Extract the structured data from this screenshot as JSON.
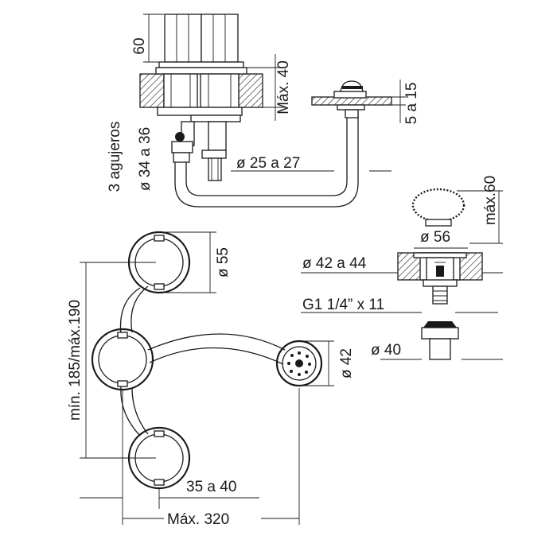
{
  "figure": {
    "dimensions": {
      "height_60": "60",
      "max_40": "Máx. 40",
      "range_5_15": "5 a 15",
      "holes_label": "3 agujeros",
      "holes_diameter": "ø 34 a 36",
      "pipe_diameter": "ø 25 a 27",
      "max_60": "máx.60",
      "diameter_56": "ø 56",
      "diameter_42_44": "ø 42 a 44",
      "thread": "G1 1/4” x 11",
      "diameter_40": "ø 40",
      "diameter_55": "ø 55",
      "diameter_42": "ø 42",
      "min_max_spacing": "mín. 185/máx.190",
      "range_35_40": "35 a 40",
      "max_320": "Máx. 320"
    }
  }
}
